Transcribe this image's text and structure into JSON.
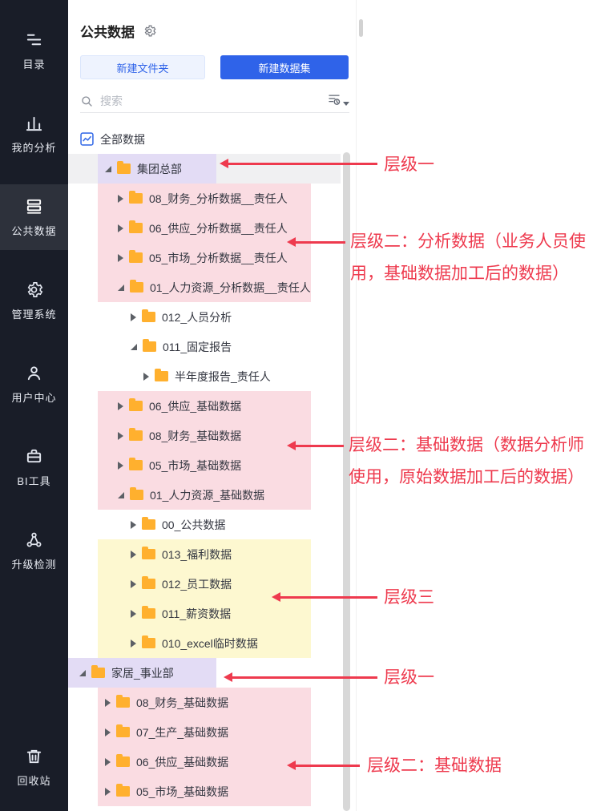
{
  "sidebar": {
    "items": [
      {
        "label": "目录",
        "icon": "catalog-icon",
        "selected": false
      },
      {
        "label": "我的分析",
        "icon": "my-analysis-icon",
        "selected": false
      },
      {
        "label": "公共数据",
        "icon": "public-data-icon",
        "selected": true
      },
      {
        "label": "管理系统",
        "icon": "admin-system-icon",
        "selected": false
      },
      {
        "label": "用户中心",
        "icon": "user-center-icon",
        "selected": false
      },
      {
        "label": "BI工具",
        "icon": "bi-tools-icon",
        "selected": false
      },
      {
        "label": "升级检测",
        "icon": "upgrade-check-icon",
        "selected": false
      }
    ],
    "bottom_item": {
      "label": "回收站",
      "icon": "recycle-bin-icon"
    }
  },
  "panel": {
    "title": "公共数据",
    "buttons": {
      "new_folder": "新建文件夹",
      "new_dataset": "新建数据集"
    },
    "search": {
      "placeholder": "搜索"
    },
    "tree": {
      "root": {
        "label": "全部数据"
      },
      "nodes": [
        {
          "label": "集团总部",
          "level": 2,
          "state": "expanded",
          "highlight": "purple",
          "selected": true
        },
        {
          "label": "08_财务_分析数据__责任人",
          "level": 3,
          "state": "collapsed",
          "highlight": "pink"
        },
        {
          "label": "06_供应_分析数据__责任人",
          "level": 3,
          "state": "collapsed",
          "highlight": "pink"
        },
        {
          "label": "05_市场_分析数据__责任人",
          "level": 3,
          "state": "collapsed",
          "highlight": "pink"
        },
        {
          "label": "01_人力资源_分析数据__责任人",
          "level": 3,
          "state": "expanded",
          "highlight": "pink"
        },
        {
          "label": "012_人员分析",
          "level": 4,
          "state": "collapsed",
          "highlight": "none"
        },
        {
          "label": "011_固定报告",
          "level": 4,
          "state": "expanded",
          "highlight": "none"
        },
        {
          "label": "半年度报告_责任人",
          "level": 5,
          "state": "collapsed",
          "highlight": "none"
        },
        {
          "label": "06_供应_基础数据",
          "level": 3,
          "state": "collapsed",
          "highlight": "pink"
        },
        {
          "label": "08_财务_基础数据",
          "level": 3,
          "state": "collapsed",
          "highlight": "pink"
        },
        {
          "label": "05_市场_基础数据",
          "level": 3,
          "state": "collapsed",
          "highlight": "pink"
        },
        {
          "label": "01_人力资源_基础数据",
          "level": 3,
          "state": "expanded",
          "highlight": "pink"
        },
        {
          "label": "00_公共数据",
          "level": 4,
          "state": "collapsed",
          "highlight": "none"
        },
        {
          "label": "013_福利数据",
          "level": 4,
          "state": "collapsed",
          "highlight": "yellow"
        },
        {
          "label": "012_员工数据",
          "level": 4,
          "state": "collapsed",
          "highlight": "yellow"
        },
        {
          "label": "011_薪资数据",
          "level": 4,
          "state": "collapsed",
          "highlight": "yellow"
        },
        {
          "label": "010_excel临时数据",
          "level": 4,
          "state": "collapsed",
          "highlight": "yellow"
        },
        {
          "label": "家居_事业部",
          "level": 0,
          "state": "expanded",
          "highlight": "purple"
        },
        {
          "label": "08_财务_基础数据",
          "level": 2,
          "state": "collapsed",
          "highlight": "pink"
        },
        {
          "label": "07_生产_基础数据",
          "level": 2,
          "state": "collapsed",
          "highlight": "pink"
        },
        {
          "label": "06_供应_基础数据",
          "level": 2,
          "state": "collapsed",
          "highlight": "pink"
        },
        {
          "label": "05_市场_基础数据",
          "level": 2,
          "state": "collapsed",
          "highlight": "pink"
        }
      ]
    }
  },
  "annotations": {
    "a1": {
      "text": "层级一"
    },
    "a2": {
      "line1": "层级二：分析数据（业务人员使",
      "line2": "用，基础数据加工后的数据）"
    },
    "a3": {
      "line1": "层级二：基础数据（数据分析师",
      "line2": "使用，原始数据加工后的数据）"
    },
    "a4": {
      "text": "层级三"
    },
    "a5": {
      "text": "层级一"
    },
    "a6": {
      "text": "层级二：基础数据"
    }
  },
  "colors": {
    "accent_blue": "#2f63e9",
    "sidebar_bg": "#191d28",
    "highlight_pink": "#fadce2",
    "highlight_yellow": "#fdf8d0",
    "highlight_purple": "#e3dcf5",
    "annotation_red": "#ee3a4e",
    "folder_orange": "#ffb02e"
  }
}
